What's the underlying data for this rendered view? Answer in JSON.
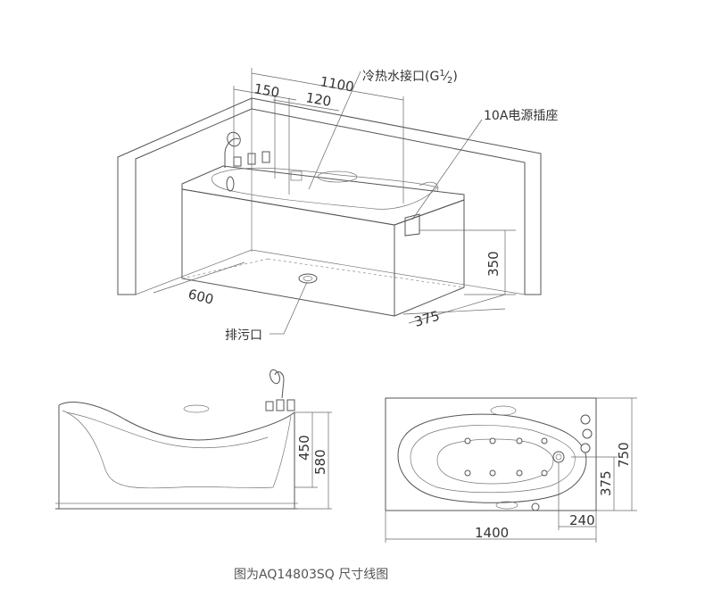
{
  "iso_view": {
    "dims": {
      "length": "1100",
      "left_offset": "150",
      "mid_offset": "120",
      "wall_depth": "600",
      "socket_height": "350",
      "socket_offset": "375"
    },
    "labels": {
      "water_inlet": "冷热水接口(G",
      "water_inlet_frac_num": "1",
      "water_inlet_frac_den": "2",
      "water_inlet_close": ")",
      "power_socket": "10A电源插座",
      "drain": "排污口"
    }
  },
  "side_view": {
    "dims": {
      "inner_height": "450",
      "outer_height": "580"
    }
  },
  "top_view": {
    "dims": {
      "width": "750",
      "half_width": "375",
      "length": "1400",
      "edge_offset": "240"
    }
  },
  "caption": "图为AQ14803SQ 尺寸线图"
}
